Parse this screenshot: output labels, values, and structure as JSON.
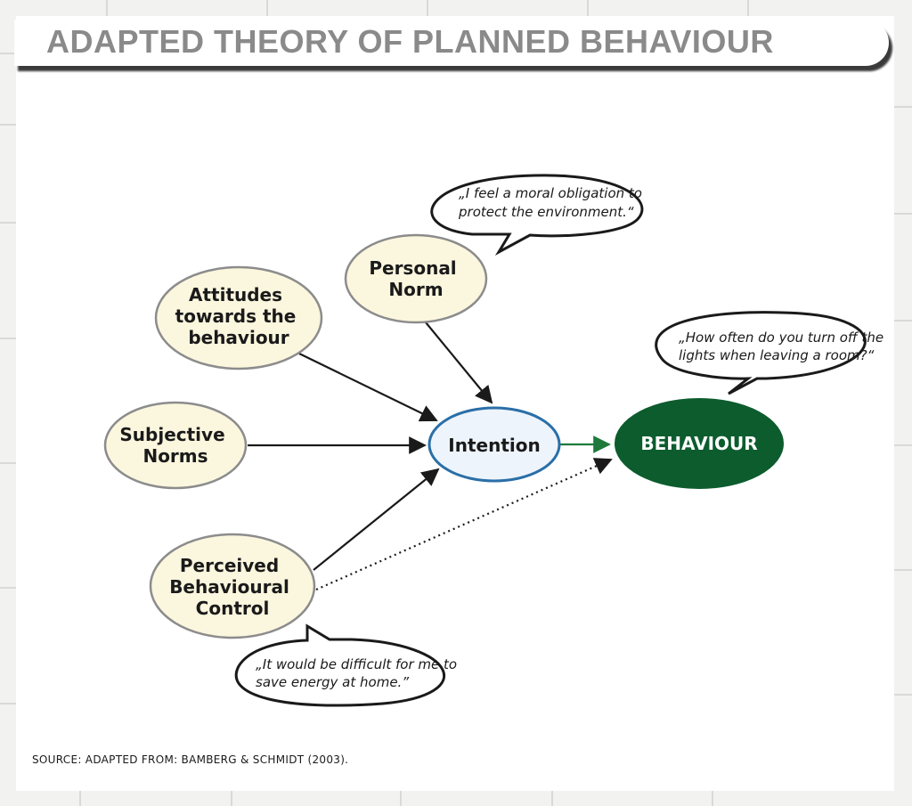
{
  "title": "ADAPTED THEORY OF PLANNED BEHAVIOUR",
  "nodes": {
    "attitudes": [
      "Attitudes",
      "towards the",
      "behaviour"
    ],
    "personal_norm": [
      "Personal",
      "Norm"
    ],
    "subjective_norms": [
      "Subjective",
      "Norms"
    ],
    "perceived_control": [
      "Perceived",
      "Behavioural",
      "Control"
    ],
    "intention": [
      "Intention"
    ],
    "behaviour": [
      "BEHAVIOUR"
    ]
  },
  "bubbles": {
    "personal_norm": [
      "„I feel a moral obligation to",
      "protect the environment.“"
    ],
    "behaviour": [
      "„How often do you turn off the",
      "lights when leaving a room?“"
    ],
    "perceived_control": [
      "„It would be difficult for me to",
      "save energy at home.”"
    ]
  },
  "source": "SOURCE: ADAPTED FROM: BAMBERG & SCHMIDT (2003).",
  "colors": {
    "node_fill": "#fbf6de",
    "node_stroke": "#8c8c8c",
    "intention_fill": "#eef4fb",
    "intention_stroke": "#2a6fa8",
    "behaviour_fill": "#0c5c2e",
    "behaviour_text": "#ffffff",
    "green_arrow": "#1e7a3a",
    "arrow": "#1a1a1a"
  }
}
